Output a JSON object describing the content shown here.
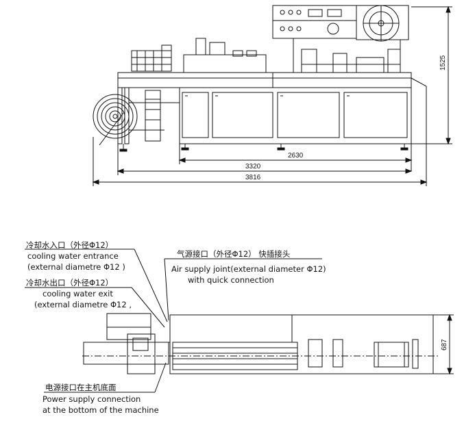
{
  "dimensions": {
    "front_height": "1525",
    "inner_width": "2630",
    "mid_width": "3320",
    "overall_width": "3816",
    "top_view_height": "687"
  },
  "labels": {
    "cooling_in_cn": "冷却水入口（外径Φ12）",
    "cooling_in_en1": "cooling water entrance",
    "cooling_in_en2": "(external diametre Φ12 )",
    "cooling_out_cn": "冷却水出口（外径Φ12）",
    "cooling_out_en1": "cooling water exit",
    "cooling_out_en2": "(external diametre Φ12 ,",
    "air_cn": "气源接口（外径Φ12） 快插接头",
    "air_en1": "Air supply joint(external diameter Φ12)",
    "air_en2": "with quick connection",
    "power_cn": "电源接口在主机底面",
    "power_en1": "Power supply connection",
    "power_en2": "at the bottom of the machine"
  }
}
